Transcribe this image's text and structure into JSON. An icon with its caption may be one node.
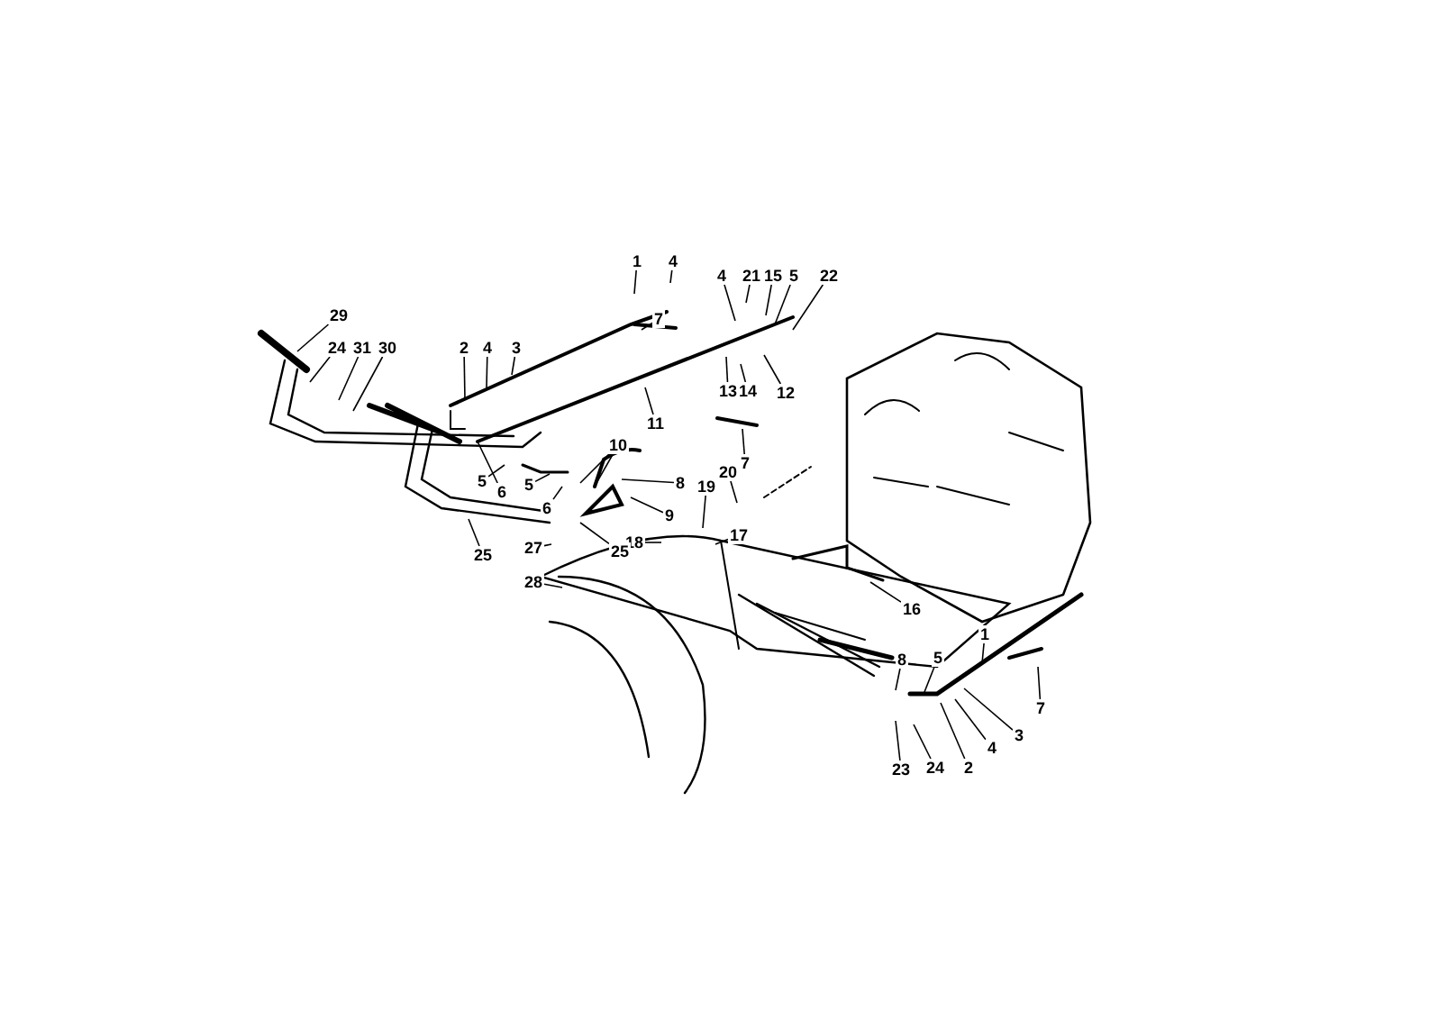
{
  "diagram": {
    "nodes": [
      {
        "text": [
          "1"
        ]
      },
      {
        "text": [
          "4"
        ]
      },
      {
        "text": [
          "4"
        ]
      },
      {
        "text": [
          "21"
        ]
      },
      {
        "text": [
          "15"
        ]
      },
      {
        "text": [
          "5"
        ]
      },
      {
        "text": [
          "22"
        ]
      },
      {
        "text": [
          "29"
        ]
      },
      {
        "text": [
          "7"
        ]
      },
      {
        "text": [
          "24"
        ]
      },
      {
        "text": [
          "31"
        ]
      },
      {
        "text": [
          "30"
        ]
      },
      {
        "text": [
          "2"
        ]
      },
      {
        "text": [
          "4"
        ]
      },
      {
        "text": [
          "3"
        ]
      },
      {
        "text": [
          "13"
        ]
      },
      {
        "text": [
          "14"
        ]
      },
      {
        "text": [
          "12"
        ]
      },
      {
        "text": [
          "11"
        ]
      },
      {
        "text": [
          "10"
        ]
      },
      {
        "text": [
          "7"
        ]
      },
      {
        "text": [
          "20"
        ]
      },
      {
        "text": [
          "19"
        ]
      },
      {
        "text": [
          "5"
        ]
      },
      {
        "text": [
          "8"
        ]
      },
      {
        "text": [
          "5"
        ]
      },
      {
        "text": [
          "6"
        ]
      },
      {
        "text": [
          "6"
        ]
      },
      {
        "text": [
          "9"
        ]
      },
      {
        "text": [
          "17"
        ]
      },
      {
        "text": [
          "18"
        ]
      },
      {
        "text": [
          "27"
        ]
      },
      {
        "text": [
          "25"
        ]
      },
      {
        "text": [
          "25"
        ]
      },
      {
        "text": [
          "28"
        ]
      },
      {
        "text": [
          "16"
        ]
      },
      {
        "text": [
          "1"
        ]
      },
      {
        "text": [
          "8"
        ]
      },
      {
        "text": [
          "5"
        ]
      },
      {
        "text": [
          "7"
        ]
      },
      {
        "text": [
          "3"
        ]
      },
      {
        "text": [
          "4"
        ]
      },
      {
        "text": [
          "2"
        ]
      },
      {
        "text": [
          "23"
        ]
      },
      {
        "text": [
          "24"
        ]
      }
    ],
    "edges": [
      {
        "from": 0,
        "to": null,
        "arrow": "none"
      },
      {
        "from": 1,
        "to": null,
        "arrow": "none"
      },
      {
        "from": 2,
        "to": null,
        "arrow": "none"
      },
      {
        "from": 3,
        "to": null,
        "arrow": "none"
      },
      {
        "from": 4,
        "to": null,
        "arrow": "none"
      },
      {
        "from": 5,
        "to": null,
        "arrow": "none"
      },
      {
        "from": 6,
        "to": null,
        "arrow": "none"
      },
      {
        "from": 7,
        "to": null,
        "arrow": "none"
      },
      {
        "from": 8,
        "to": null,
        "arrow": "none"
      },
      {
        "from": 9,
        "to": null,
        "arrow": "none"
      },
      {
        "from": 10,
        "to": null,
        "arrow": "none"
      },
      {
        "from": 11,
        "to": null,
        "arrow": "none"
      },
      {
        "from": 12,
        "to": null,
        "arrow": "none"
      },
      {
        "from": 13,
        "to": null,
        "arrow": "none"
      },
      {
        "from": 14,
        "to": null,
        "arrow": "none"
      },
      {
        "from": 15,
        "to": null,
        "arrow": "none"
      },
      {
        "from": 16,
        "to": null,
        "arrow": "none"
      },
      {
        "from": 17,
        "to": null,
        "arrow": "none"
      },
      {
        "from": 18,
        "to": null,
        "arrow": "none"
      },
      {
        "from": 19,
        "to": null,
        "arrow": "none"
      },
      {
        "from": 19,
        "to": null,
        "arrow": "none"
      },
      {
        "from": 20,
        "to": null,
        "arrow": "none"
      },
      {
        "from": 21,
        "to": null,
        "arrow": "none"
      },
      {
        "from": 22,
        "to": null,
        "arrow": "none"
      },
      {
        "from": 23,
        "to": null,
        "arrow": "none"
      },
      {
        "from": 24,
        "to": null,
        "arrow": "none"
      },
      {
        "from": 25,
        "to": null,
        "arrow": "none"
      },
      {
        "from": 26,
        "to": null,
        "arrow": "none"
      },
      {
        "from": 27,
        "to": null,
        "arrow": "none"
      },
      {
        "from": 28,
        "to": null,
        "arrow": "none"
      },
      {
        "from": 29,
        "to": null,
        "arrow": "none"
      },
      {
        "from": 30,
        "to": null,
        "arrow": "none"
      },
      {
        "from": 31,
        "to": null,
        "arrow": "none"
      },
      {
        "from": 32,
        "to": null,
        "arrow": "none"
      },
      {
        "from": 33,
        "to": null,
        "arrow": "none"
      },
      {
        "from": 34,
        "to": null,
        "arrow": "none"
      },
      {
        "from": 35,
        "to": null,
        "arrow": "none"
      },
      {
        "from": 36,
        "to": null,
        "arrow": "none"
      },
      {
        "from": 37,
        "to": null,
        "arrow": "none"
      },
      {
        "from": 38,
        "to": null,
        "arrow": "none"
      },
      {
        "from": 39,
        "to": null,
        "arrow": "none"
      },
      {
        "from": 40,
        "to": null,
        "arrow": "none"
      },
      {
        "from": 41,
        "to": null,
        "arrow": "none"
      },
      {
        "from": 42,
        "to": null,
        "arrow": "none"
      },
      {
        "from": 43,
        "to": null,
        "arrow": "none"
      },
      {
        "from": 44,
        "to": null,
        "arrow": "none"
      }
    ]
  }
}
